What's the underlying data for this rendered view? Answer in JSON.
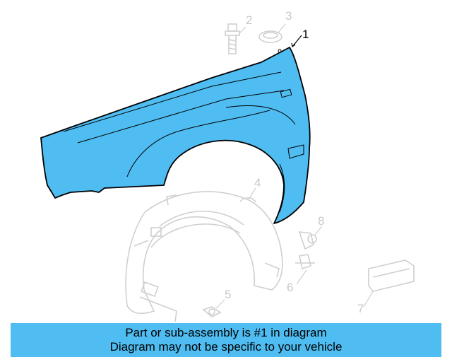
{
  "colors": {
    "highlight_part": "#4fbdf2",
    "faded_part": "#d6d6d6",
    "banner_background": "#4fbdf2",
    "outline": "#000000"
  },
  "callouts": {
    "c1": "1",
    "c2": "2",
    "c3": "3",
    "c4": "4",
    "c5": "5",
    "c6": "6",
    "c7": "7",
    "c8": "8"
  },
  "banner": {
    "line1": "Part or sub-assembly is #1 in diagram",
    "line2": "Diagram may not be specific to your vehicle"
  }
}
